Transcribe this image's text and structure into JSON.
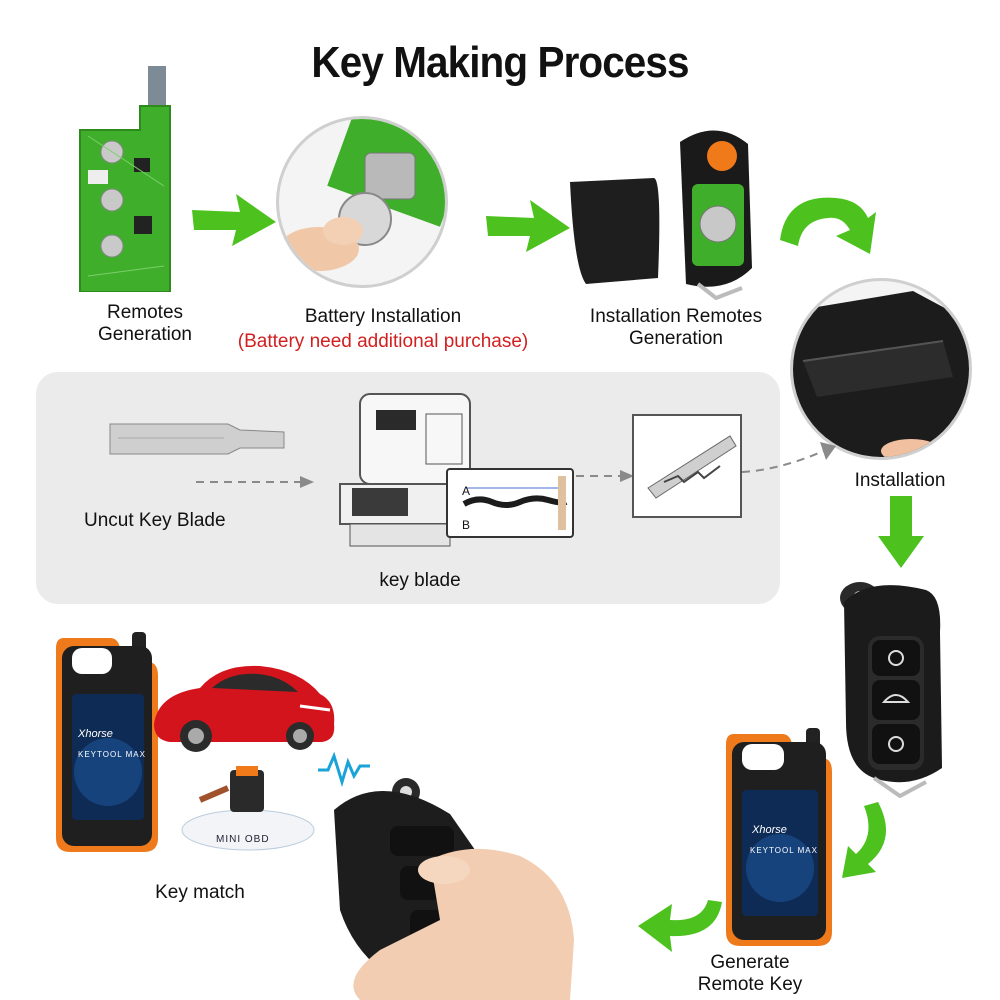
{
  "title": "Key Making Process",
  "steps": {
    "remotes_generation": "Remotes\nGeneration",
    "battery_installation": "Battery Installation",
    "battery_note": "(Battery need additional purchase)",
    "installation_remotes_generation": "Installation Remotes\nGeneration",
    "installation": "Installation",
    "uncut_key_blade": "Uncut Key  Blade",
    "key_blade": "key blade",
    "key_match": "Key match",
    "generate_remote_key": "Generate\nRemote Key"
  },
  "device": {
    "brand": "Xhorse",
    "model": "KEYTOOL MAX",
    "obd_label": "MINI OBD"
  },
  "cut_chart": {
    "row_a": "A",
    "row_b": "B"
  },
  "colors": {
    "arrow_green": "#4dc21f",
    "note_red": "#d21f1f",
    "panel_gray": "#ebebeb",
    "pcb_green": "#3fae2a",
    "car_red": "#d4141c",
    "device_orange": "#f07a1a"
  }
}
